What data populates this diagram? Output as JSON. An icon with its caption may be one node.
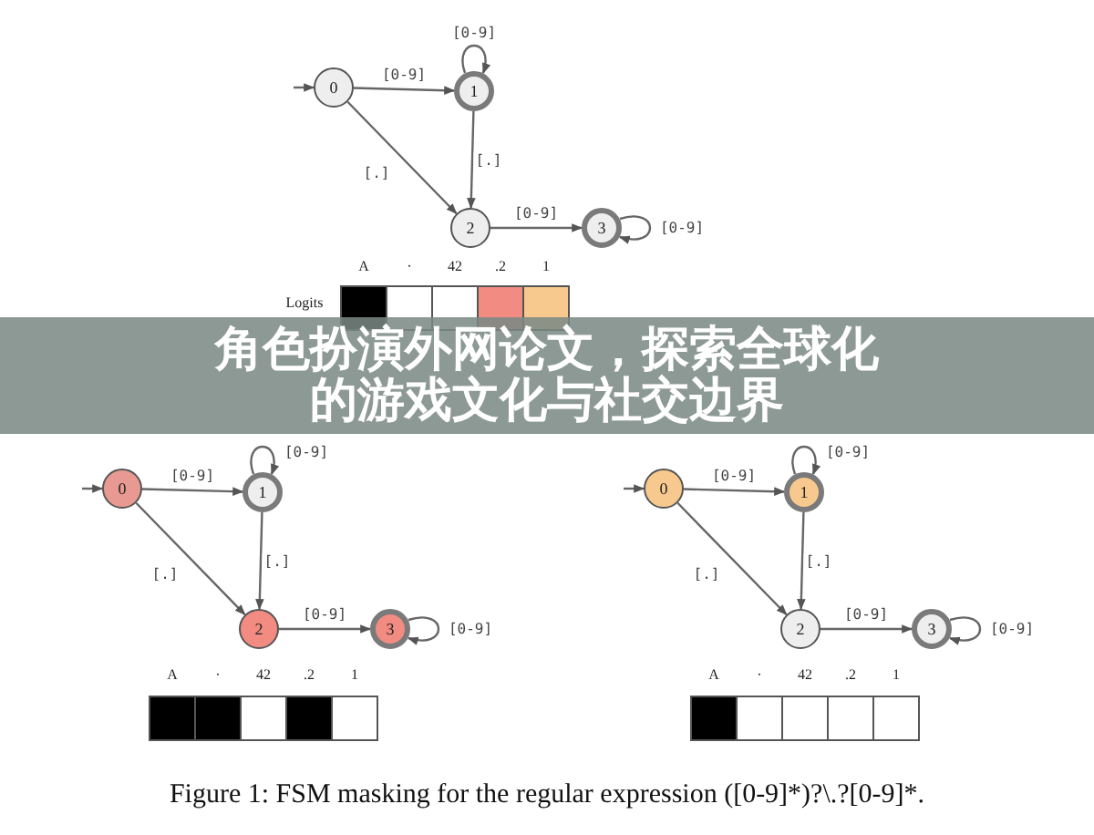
{
  "diagram": {
    "title": "角色扮演外网论文，探索全球化的游戏文化与社交边界",
    "caption": "Figure 1: FSM masking for the regular expression ([0-9]*)?\\.?[0-9]*.",
    "nodes": [
      {
        "text": [
          "0"
        ]
      },
      {
        "text": [
          "1"
        ]
      },
      {
        "text": [
          "2"
        ]
      },
      {
        "text": [
          "3"
        ]
      },
      {
        "text": [
          "0"
        ]
      },
      {
        "text": [
          "1"
        ]
      },
      {
        "text": [
          "2"
        ]
      },
      {
        "text": [
          "3"
        ]
      },
      {
        "text": [
          "0"
        ]
      },
      {
        "text": [
          "1"
        ]
      },
      {
        "text": [
          "2"
        ]
      },
      {
        "text": [
          "3"
        ]
      }
    ],
    "edges": [
      {
        "from": null,
        "to": 0,
        "arrow": "to"
      },
      {
        "from": 0,
        "to": 1,
        "label": "[0-9]",
        "arrow": "to"
      },
      {
        "from": 1,
        "to": 1,
        "label": "[0-9]",
        "arrow": "to"
      },
      {
        "from": 0,
        "to": 2,
        "label": "[.]",
        "arrow": "to"
      },
      {
        "from": 1,
        "to": 2,
        "label": "[.]",
        "arrow": "to"
      },
      {
        "from": 2,
        "to": 3,
        "label": "[0-9]",
        "arrow": "to"
      },
      {
        "from": 3,
        "to": 3,
        "label": "[0-9]",
        "arrow": "to"
      },
      {
        "from": null,
        "to": 4,
        "arrow": "to"
      },
      {
        "from": 4,
        "to": 5,
        "label": "[0-9]",
        "arrow": "to"
      },
      {
        "from": 5,
        "to": 5,
        "label": "[0-9]",
        "arrow": "to"
      },
      {
        "from": 4,
        "to": 6,
        "label": "[.]",
        "arrow": "to"
      },
      {
        "from": 5,
        "to": 6,
        "label": "[.]",
        "arrow": "to"
      },
      {
        "from": 6,
        "to": 7,
        "label": "[0-9]",
        "arrow": "to"
      },
      {
        "from": 7,
        "to": 7,
        "label": "[0-9]",
        "arrow": "to"
      },
      {
        "from": null,
        "to": 8,
        "arrow": "to"
      },
      {
        "from": 8,
        "to": 9,
        "label": "[0-9]",
        "arrow": "to"
      },
      {
        "from": 9,
        "to": 9,
        "label": "[0-9]",
        "arrow": "to"
      },
      {
        "from": 8,
        "to": 10,
        "label": "[.]",
        "arrow": "to"
      },
      {
        "from": 9,
        "to": 10,
        "label": "[.]",
        "arrow": "to"
      },
      {
        "from": 10,
        "to": 11,
        "label": "[0-9]",
        "arrow": "to"
      },
      {
        "from": 11,
        "to": 11,
        "label": "[0-9]",
        "arrow": "to"
      }
    ],
    "labels": [
      "A",
      "·",
      "42",
      ".2",
      "1",
      "Logits",
      "A",
      "·",
      "42",
      ".2",
      "1",
      "A",
      "·",
      "42",
      ".2",
      "1"
    ]
  }
}
